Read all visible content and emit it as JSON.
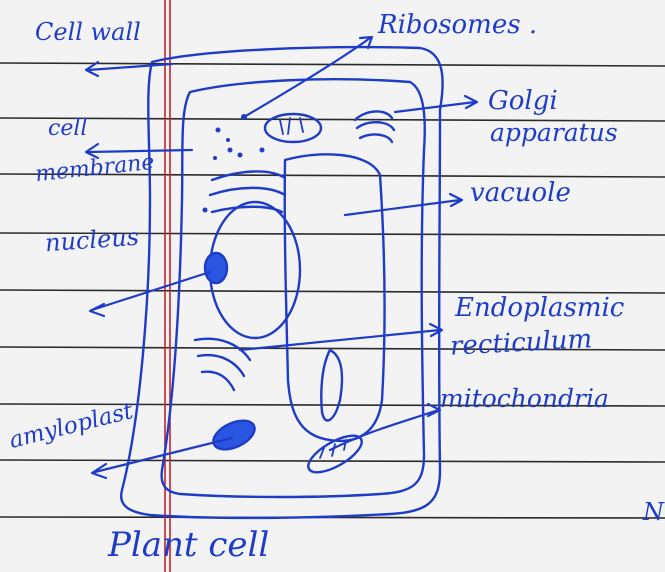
{
  "title": "Plant cell",
  "labels": {
    "cell_wall": "Cell wall",
    "ribosomes": "Ribosomes .",
    "golgi_1": "Golgi",
    "golgi_2": "apparatus",
    "cell_membrane_1": "cell",
    "cell_membrane_2": "membrane",
    "vacuole": "vacuole",
    "nucleus": "nucleus",
    "er_1": "Endoplasmic",
    "er_2": "recticulum",
    "mitochondria": "mitochondria",
    "amyloplast": "amyloplast",
    "margin_mark": "N"
  },
  "colors": {
    "paper": "#f4f3f4",
    "rule": "#2b2b2b",
    "margin": "#c0262a",
    "ink": "#1f3cc8",
    "ink_fill": "#2a55e0"
  }
}
